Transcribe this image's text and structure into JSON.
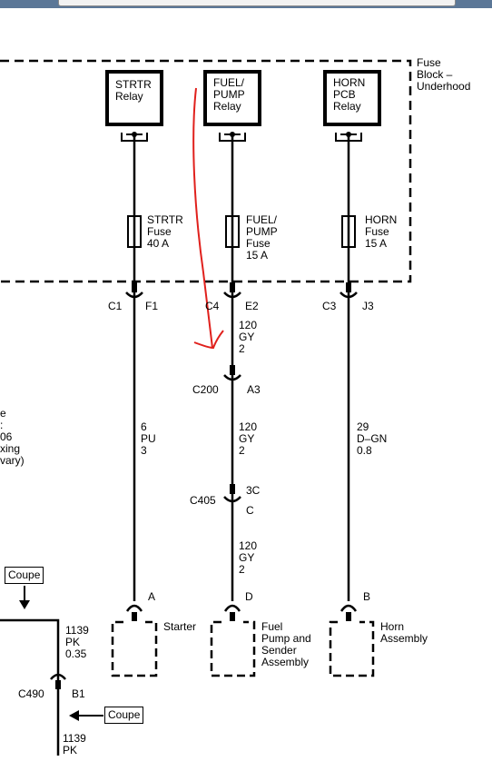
{
  "fuse_block": {
    "label": "Fuse\nBlock –\nUnderhood"
  },
  "relays": [
    {
      "name": "STRTR\nRelay"
    },
    {
      "name": "FUEL/\nPUMP\nRelay"
    },
    {
      "name": "HORN\nPCB\nRelay"
    }
  ],
  "fuses": [
    {
      "name": "STRTR\nFuse\n40 A"
    },
    {
      "name": "FUEL/\nPUMP\nFuse\n15 A"
    },
    {
      "name": "HORN\nFuse\n15 A"
    }
  ],
  "connectors": {
    "c1": "C1",
    "f1": "F1",
    "c4": "C4",
    "e2": "E2",
    "c3": "C3",
    "j3": "J3",
    "c200": "C200",
    "a3": "A3",
    "c405": "C405",
    "c405_pin_3c": "3C",
    "c405_pin_c": "C",
    "c490": "C490",
    "b1": "B1"
  },
  "wires": {
    "fuel_1": "120\nGY\n2",
    "fuel_2": "120\nGY\n2",
    "fuel_3": "120\nGY\n2",
    "starter": "6\nPU\n3",
    "horn": "29\nD–GN\n0.8",
    "left_1": "1139\nPK\n0.35",
    "left_2": "1139\nPK"
  },
  "left_partial_text": "e\n:\n06\nxing\nvary)",
  "devices": {
    "starter": {
      "pin": "A",
      "label": "Starter"
    },
    "fuel_pump": {
      "pin": "D",
      "label": "Fuel\nPump and\nSender\nAssembly"
    },
    "horn": {
      "pin": "B",
      "label": "Horn\nAssembly"
    }
  },
  "coupe_tags": [
    "Coupe",
    "Coupe"
  ],
  "annotation": {
    "color": "#e0201c",
    "description": "red-hand-drawn-arrow"
  }
}
